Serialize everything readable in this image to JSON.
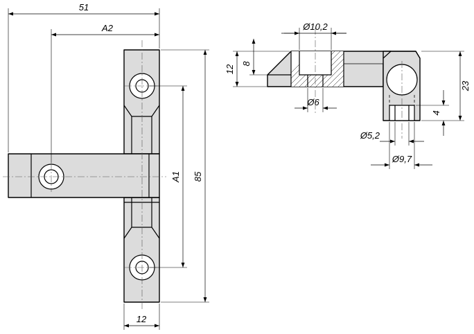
{
  "front_view": {
    "width_total": "51",
    "width_a2": "A2",
    "hole_spacing": "A1",
    "height_total": "85",
    "arm_width": "12"
  },
  "side_view": {
    "counterbore_diameter": "Ø10,2",
    "bore_diameter": "Ø6",
    "total_height": "12",
    "counterbore_depth": "8",
    "end_height": "23",
    "end_hole_diameter": "Ø5,2",
    "end_counterbore_diameter": "Ø9,7",
    "end_counterbore_depth": "4"
  },
  "colors": {
    "part_fill": "#dcdcdc",
    "line": "#000000",
    "background": "#ffffff"
  }
}
